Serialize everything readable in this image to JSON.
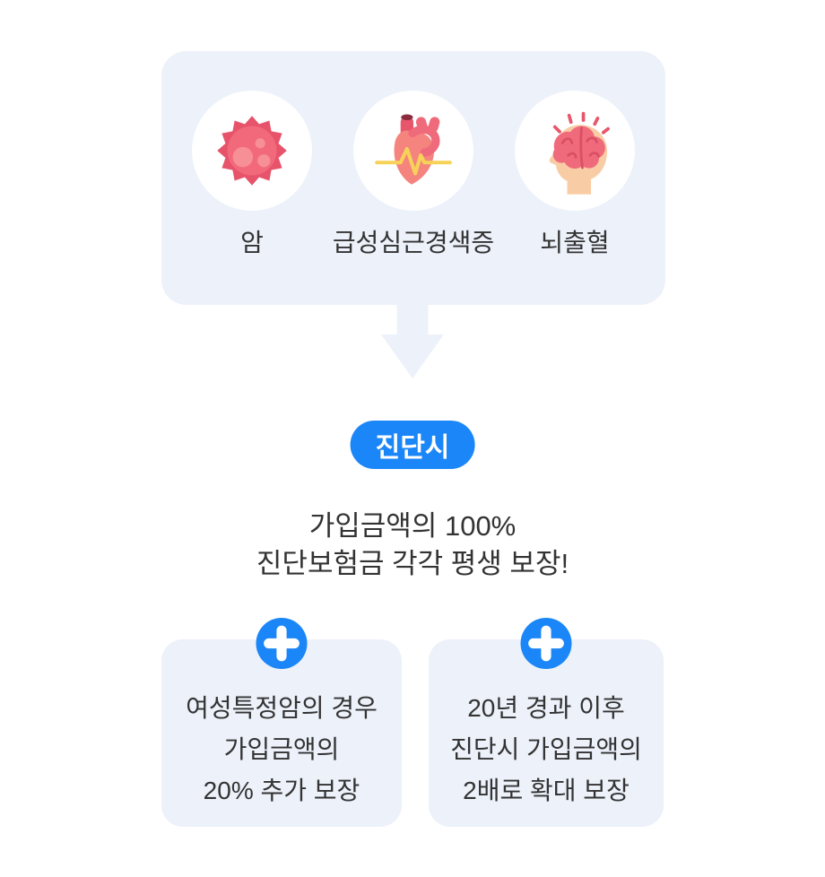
{
  "colors": {
    "card_bg": "#ECF1FA",
    "accent_blue": "#1B86F8",
    "text": "#333333",
    "circle_bg": "#FFFFFF"
  },
  "top_card": {
    "items": [
      {
        "icon": "cancer-cell-icon",
        "label": "암"
      },
      {
        "icon": "heart-ecg-icon",
        "label": "급성심근경색증"
      },
      {
        "icon": "brain-stroke-icon",
        "label": "뇌출혈"
      }
    ]
  },
  "flow": {
    "badge_label": "진단시"
  },
  "benefit": {
    "line1": "가입금액의 100%",
    "line2": "진단보험금 각각 평생 보장!"
  },
  "bonus_cards": [
    {
      "lines": [
        "여성특정암의 경우",
        "가입금액의",
        "20% 추가 보장"
      ]
    },
    {
      "lines": [
        "20년 경과 이후",
        "진단시 가입금액의",
        "2배로 확대 보장"
      ]
    }
  ]
}
